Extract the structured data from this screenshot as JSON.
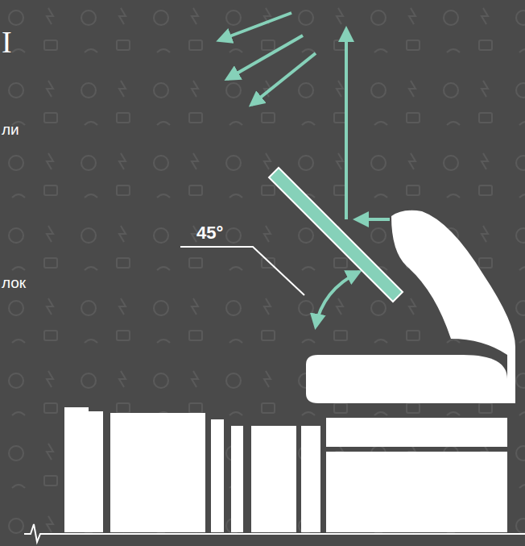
{
  "diagram": {
    "labels": [
      "I",
      "ли",
      "лок",
      "45°"
    ]
  }
}
